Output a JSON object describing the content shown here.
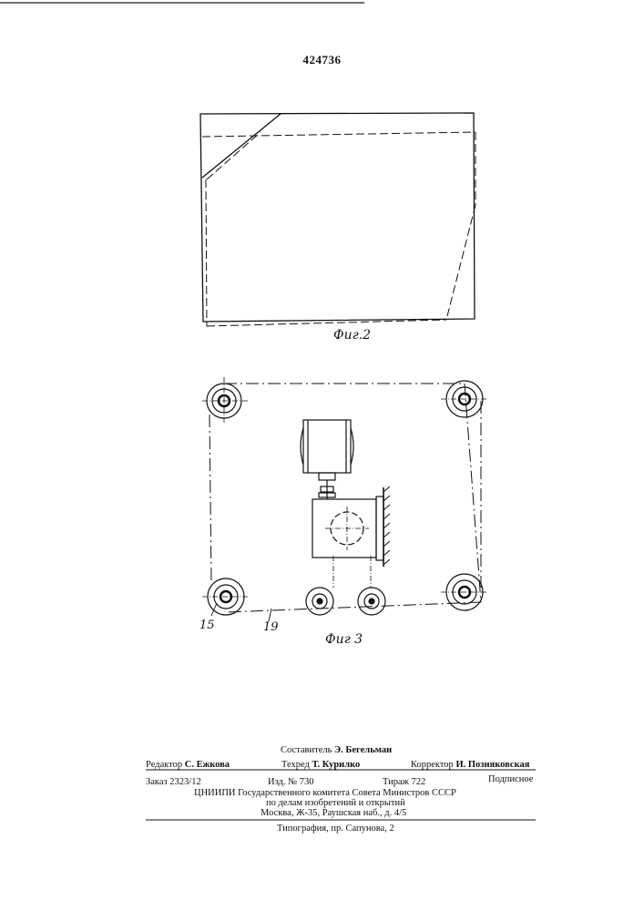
{
  "patent_number": "424736",
  "figures": {
    "fig2_caption": "Фиг.2",
    "fig3_caption": "Фиг 3",
    "callout_15": "15",
    "callout_19": "19"
  },
  "imprint": {
    "compiler_label": "Составитель",
    "compiler_name": "Э. Бегельман",
    "editor_label": "Редактор",
    "editor_name": "С. Ежкова",
    "techred_label": "Техред",
    "techred_name": "Т. Курилко",
    "corrector_label": "Корректор",
    "corrector_name": "И. Позняковская",
    "order": "Заказ 2323/12",
    "issue": "Изд. № 730",
    "circulation": "Тираж 722",
    "subscription": "Подписное",
    "org_line1": "ЦНИИПИ Государственного комитета Совета Министров СССР",
    "org_line2": "по делам изобретений и открытий",
    "org_line3": "Москва, Ж-35, Раушская наб., д. 4/5",
    "printer": "Типография, пр. Сапунова, 2"
  }
}
